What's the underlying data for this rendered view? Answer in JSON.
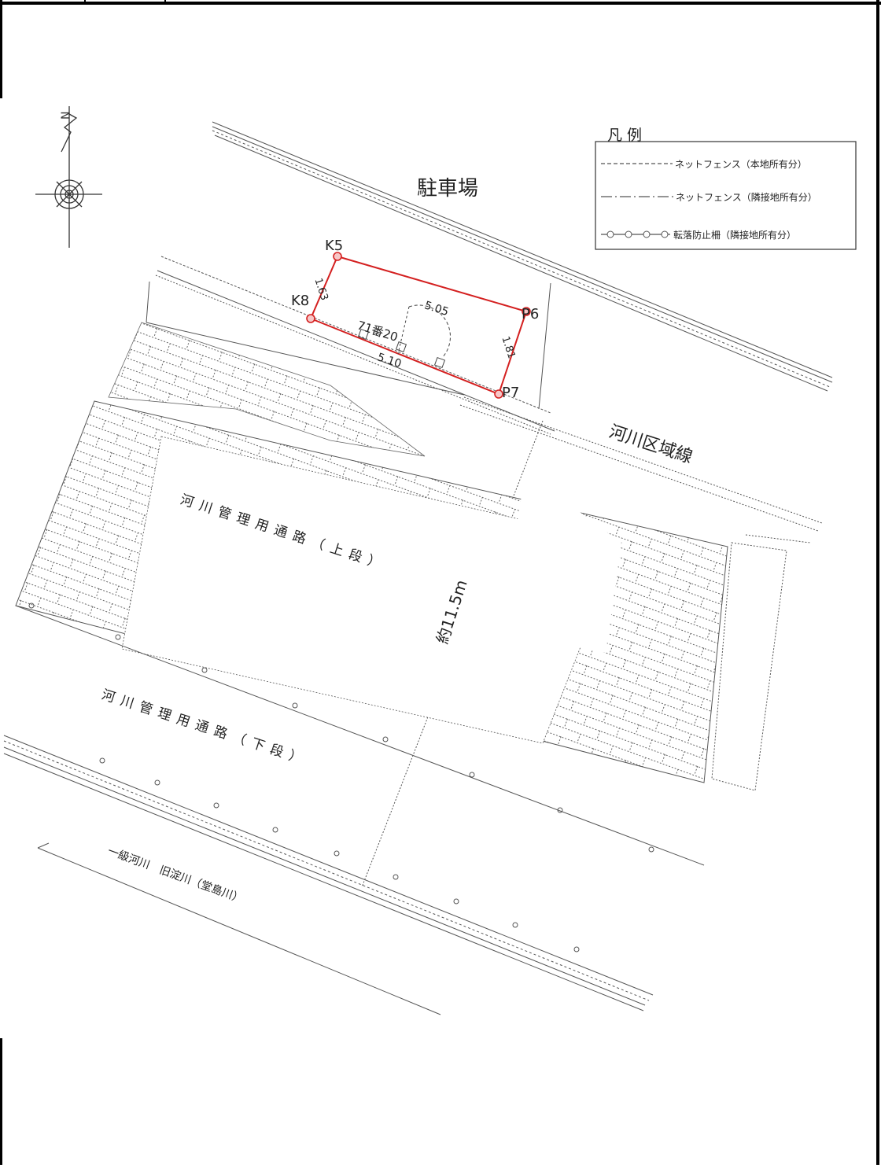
{
  "labels": {
    "north": "N",
    "parking": "駐車場",
    "river_zone_line": "河川区域線",
    "upper_road": "河川管理用通路（上段）",
    "lower_road": "河川管理用通路（下段）",
    "river_name": "一級河川　旧淀川（堂島川）",
    "lot_number": "71番20",
    "distance_approx": "約11.5m"
  },
  "legend": {
    "title": "凡 例",
    "items": [
      "ネットフェンス（本地所有分）",
      "ネットフェンス（隣接地所有分）",
      "転落防止柵（隣接地所有分）"
    ]
  },
  "points": {
    "k5": "K5",
    "k8": "K8",
    "p6": "P6",
    "p7": "P7"
  },
  "dimensions": {
    "top": "5.05",
    "bottom": "5.10",
    "left": "1.63",
    "right": "1.81"
  },
  "colors": {
    "boundary": "#d42020",
    "linework": "#333333",
    "frame": "#000000"
  }
}
